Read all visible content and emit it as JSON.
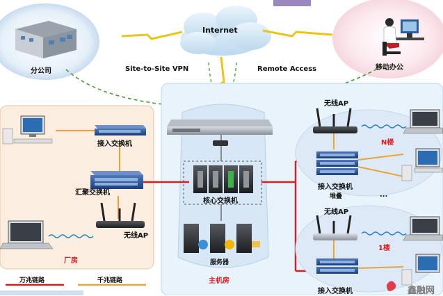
{
  "labels": {
    "branch": "分公司",
    "mobile_office": "移动办公",
    "internet": "Internet",
    "site_vpn": "Site-to-Site VPN",
    "remote_access": "Remote Access",
    "access_switch_left": "接入交换机",
    "aggregation_switch": "汇聚交换机",
    "wireless_ap_left": "无线AP",
    "factory": "厂房",
    "core_switch": "核心交换机",
    "server": "服务器",
    "main_room": "主机房",
    "ap_top": "无线AP",
    "n_floor": "N楼",
    "access_switch_top": "接入交换机",
    "stack": "堆叠",
    "ap_bottom": "无线AP",
    "floor_1": "1楼",
    "access_switch_bottom": "接入交换机",
    "ellipsis": "...",
    "legend_10g": "万兆链路",
    "legend_1g": "千兆链路",
    "watermark": "鑫融网"
  },
  "colors": {
    "ten_gigabit_link": "#d81f26",
    "gigabit_link": "#e8a33a",
    "factory_bg": "#fbeee0",
    "campus_bg": "#e9f3fb",
    "wifi_wave": "#2a7fc4",
    "vpn_dash": "#4a9a3a"
  }
}
